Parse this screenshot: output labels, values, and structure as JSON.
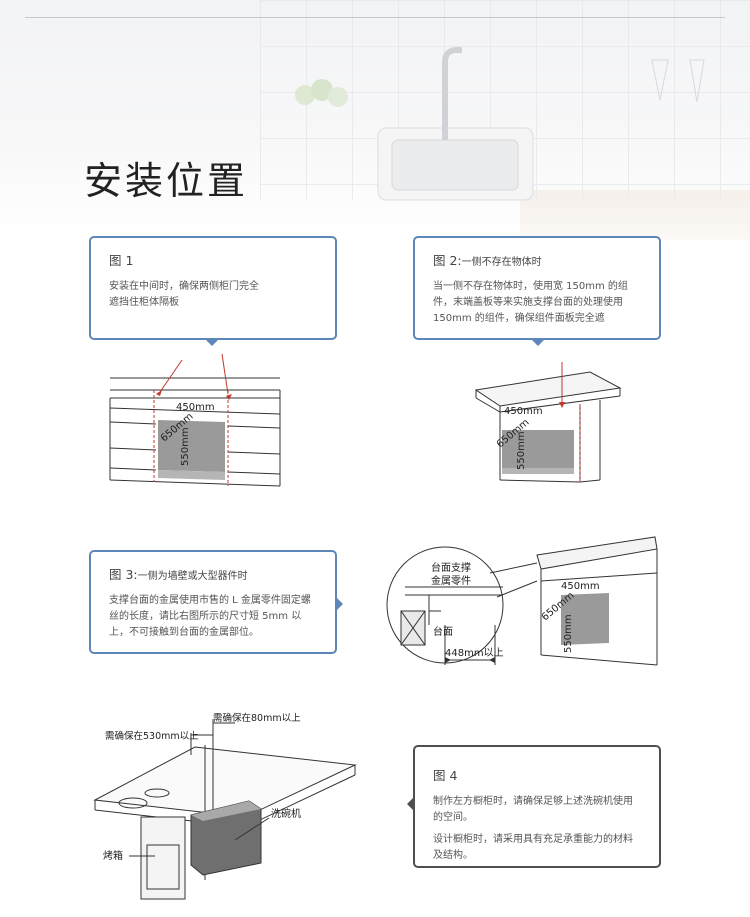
{
  "page_title": "安装位置",
  "fig1": {
    "title": "图 1",
    "body": "安装在中间时，确保两侧柜门完全遮挡住柜体隔板",
    "dim_width": "450mm",
    "dim_depth": "650mm",
    "dim_height": "550mm"
  },
  "fig2": {
    "title": "图 2:",
    "subtitle": "一侧不存在物体时",
    "body": "当一侧不存在物体时，使用宽 150mm 的组件，末端盖板等来实施支撑台面的处理使用 150mm 的组件，确保组件面板完全遮",
    "dim_width": "450mm",
    "dim_depth": "650mm",
    "dim_height": "550mm"
  },
  "fig3": {
    "title": "图 3:",
    "subtitle": "一侧为墙壁或大型器件时",
    "body": "支撑台面的金属使用市售的 L 金属零件固定螺丝的长度，请比右图所示的尺寸短 5mm 以上，不可接触到台面的金属部位。",
    "label_bracket_line1": "台面支撑",
    "label_bracket_line2": "金属零件",
    "label_counter": "台面",
    "dim_clearance": "448mm以上",
    "dim_width": "450mm",
    "dim_depth": "650mm",
    "dim_height": "550mm"
  },
  "fig4": {
    "title": "图 4",
    "body1": "制作左方橱柜时，请确保足够上述洗碗机使用的空间。",
    "body2": "设计橱柜时，请采用具有充足承重能力的材料及结构。",
    "label_80": "需确保在80mm以上",
    "label_530": "需确保在530mm以上",
    "label_dishwasher": "洗碗机",
    "label_oven": "烤箱"
  },
  "colors": {
    "accent": "#5d87b8",
    "dark_border": "#4f4f4f",
    "arrow": "#c0392b"
  }
}
